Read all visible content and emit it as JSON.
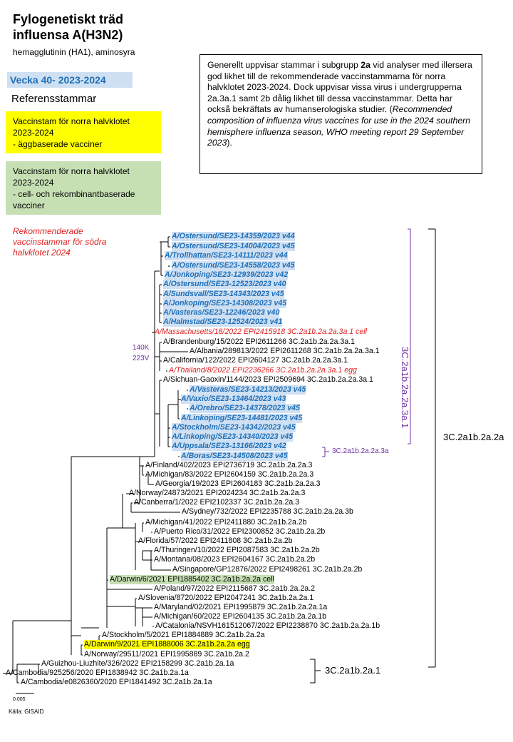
{
  "header": {
    "title_line1": "Fylogenetiskt träd",
    "title_line2": "influensa A(H3N2)",
    "subtitle": "hemagglutinin (HA1), aminosyra",
    "week": "Vecka 40-  2023-2024",
    "reference_label": "Referensstammar"
  },
  "legend": {
    "egg_box_lines": [
      "Vaccinstam för norra  halvklotet",
      "2023-2024",
      "- äggbaserade  vacciner"
    ],
    "cell_box_lines": [
      "Vaccinstam för norra  halvklotet",
      "2023-2024",
      "- cell- och rekombinantbaserade",
      "vacciner"
    ],
    "southern_lines": [
      "Rekommenderade",
      "vaccinstammar för södra",
      "halvklotet 2024"
    ]
  },
  "info": {
    "p1": "Generellt uppvisar stammar i subgrupp ",
    "p1_bold": "2a",
    "p2": " vid analyser med illersera god likhet till de rekommenderade vaccinstammarna för norra halvklotet 2023-2024.  Dock uppvisar vissa virus i undergrupperna 2a.3a.1 samt 2b dålig likhet till dessa vaccinstammar. Detta har också bekräftats av humanserologiska studier. (",
    "p3_italic": "Recommended composition of influenza virus vaccines for use in the 2024 southern hemisphere influenza season, WHO meeting report 29 September 2023",
    "p4": ")."
  },
  "tree": {
    "mutations": [
      "140K",
      "223V"
    ],
    "leaves": [
      {
        "label": "A/Ostersund/SE23-14359/2023 v44",
        "style": "blue"
      },
      {
        "label": "A/Ostersund/SE23-14004/2023 v45",
        "style": "blue"
      },
      {
        "label": "A/Trollhattan/SE23-14111/2023 v44",
        "style": "blue"
      },
      {
        "label": "A/Ostersund/SE23-14558/2023 v45",
        "style": "blue"
      },
      {
        "label": "A/Jonkoping/SE23-12939/2023 v42",
        "style": "blue"
      },
      {
        "label": "A/Ostersund/SE23-12523/2023 v40",
        "style": "blue"
      },
      {
        "label": "A/Sundsvall/SE23-14343/2023 v45",
        "style": "blue"
      },
      {
        "label": "A/Jonkoping/SE23-14308/2023 v45",
        "style": "blue"
      },
      {
        "label": "A/Vasteras/SE23-12246/2023 v40",
        "style": "blue"
      },
      {
        "label": "A/Halmstad/SE23-12524/2023 v41",
        "style": "blue"
      },
      {
        "label": "A/Massachusetts/18/2022 EPI2415918 3C.2a1b.2a.2a.3a.1 cell",
        "style": "red"
      },
      {
        "label": "A/Brandenburg/15/2022 EPI2611266 3C.2a1b.2a.2a.3a.1",
        "style": "plain"
      },
      {
        "label": "A/Albania/289813/2022 EPI2611268 3C.2a1b.2a.2a.3a.1",
        "style": "plain"
      },
      {
        "label": "A/California/122/2022 EPI2604127 3C.2a1b.2a.2a.3a.1",
        "style": "plain"
      },
      {
        "label": "A/Thailand/8/2022 EPI2236266 3C.2a1b.2a.2a.3a.1 egg",
        "style": "red"
      },
      {
        "label": "A/Sichuan-Gaoxin/1144/2023 EPI2509694 3C.2a1b.2a.2a.3a.1",
        "style": "plain"
      },
      {
        "label": "A/Vasteras/SE23-14213/2023 v45",
        "style": "blue"
      },
      {
        "label": "A/Vaxio/SE23-13464/2023 v43",
        "style": "blue"
      },
      {
        "label": "A/Orebro/SE23-14378/2023 v45",
        "style": "blue"
      },
      {
        "label": "A/Linkoping/SE23-14481/2023 v45",
        "style": "blue"
      },
      {
        "label": "A/Stockholm/SE23-14342/2023 v45",
        "style": "blue"
      },
      {
        "label": "A/Linkoping/SE23-14340/2023 v45",
        "style": "blue"
      },
      {
        "label": "A/Uppsala/SE23-13166/2023 v42",
        "style": "blue"
      },
      {
        "label": "A/Boras/SE23-14508/2023 v45",
        "style": "blue"
      },
      {
        "label": "A/Finland/402/2023 EPI2736719 3C.2a1b.2a.2a.3",
        "style": "plain"
      },
      {
        "label": "A/Michigan/83/2022 EPI2604159 3C.2a1b.2a.2a.3",
        "style": "plain"
      },
      {
        "label": "A/Georgia/19/2023 EPI2604183 3C.2a1b.2a.2a.3",
        "style": "plain"
      },
      {
        "label": "A/Norway/24873/2021 EPI2024234 3C.2a1b.2a.2a.3",
        "style": "plain"
      },
      {
        "label": "A/Canberra/1/2022 EPI2102337 3C.2a1b.2a.2a.3",
        "style": "plain"
      },
      {
        "label": "A/Sydney/732/2022 EPI2235788 3C.2a1b.2a.2a.3b",
        "style": "plain"
      },
      {
        "label": "A/Michigan/41/2022 EPI2411880 3C.2a1b.2a.2b",
        "style": "plain"
      },
      {
        "label": "A/Puerto Rico/31/2022 EPI2300852 3C.2a1b.2a.2b",
        "style": "plain"
      },
      {
        "label": "A/Florida/57/2022 EPI2411808 3C.2a1b.2a.2b",
        "style": "plain"
      },
      {
        "label": "A/Thuringen/10/2022 EPI2087583 3C.2a1b.2a.2b",
        "style": "plain"
      },
      {
        "label": "A/Montana/08/2023 EPI2604167 3C.2a1b.2a.2b",
        "style": "plain"
      },
      {
        "label": "A/Singapore/GP12876/2022 EPI2498261 3C.2a1b.2a.2b",
        "style": "plain"
      },
      {
        "label": "A/Darwin/6/2021 EPI1885402 3C.2a1b.2a.2a cell",
        "style": "green"
      },
      {
        "label": "A/Poland/97/2022 EPI2115687 3C.2a1b.2a.2a.2",
        "style": "plain"
      },
      {
        "label": "A/Slovenia/8720/2022 EPI2047241 3C.2a1b.2a.2a.1",
        "style": "plain"
      },
      {
        "label": "A/Maryland/02/2021 EPI1995879 3C.2a1b.2a.2a.1a",
        "style": "plain"
      },
      {
        "label": "A/Michigan/60/2022 EPI2604135 3C.2a1b.2a.2a.1b",
        "style": "plain"
      },
      {
        "label": "A/Catalonia/NSVH161512067/2022 EPI2238870 3C.2a1b.2a.2a.1b",
        "style": "plain"
      },
      {
        "label": "A/Stockholm/5/2021 EPI1884889 3C.2a1b.2a.2a",
        "style": "plain"
      },
      {
        "label": "A/Darwin/9/2021 EPI1888006 3C.2a1b.2a.2a egg",
        "style": "yellow"
      },
      {
        "label": "A/Norway/29511/2021 EPI1995889 3C.2a1b.2a.2",
        "style": "plain"
      },
      {
        "label": "A/Guizhou-Liuzhite/326/2022 EPI2158299 3C.2a1b.2a.1a",
        "style": "plain"
      },
      {
        "label": "A/Cambodia/925256/2020 EPI1838942 3C.2a1b.2a.1a",
        "style": "plain"
      },
      {
        "label": "A/Cambodia/e0826360/2020 EPI1841492 3C.2a1b.2a.1a",
        "style": "plain"
      }
    ],
    "clades": {
      "main": "3C.2a1b.2a.2a",
      "sub_vertical": "3C.2a1b.2a.2a.3a.1",
      "sub_small": "3C.2a1b.2a.2a.3a",
      "outgroup": "3C.2a1b.2a.1"
    },
    "scale_label": "0.005"
  },
  "footer": {
    "source": "Källa: GISAID"
  }
}
